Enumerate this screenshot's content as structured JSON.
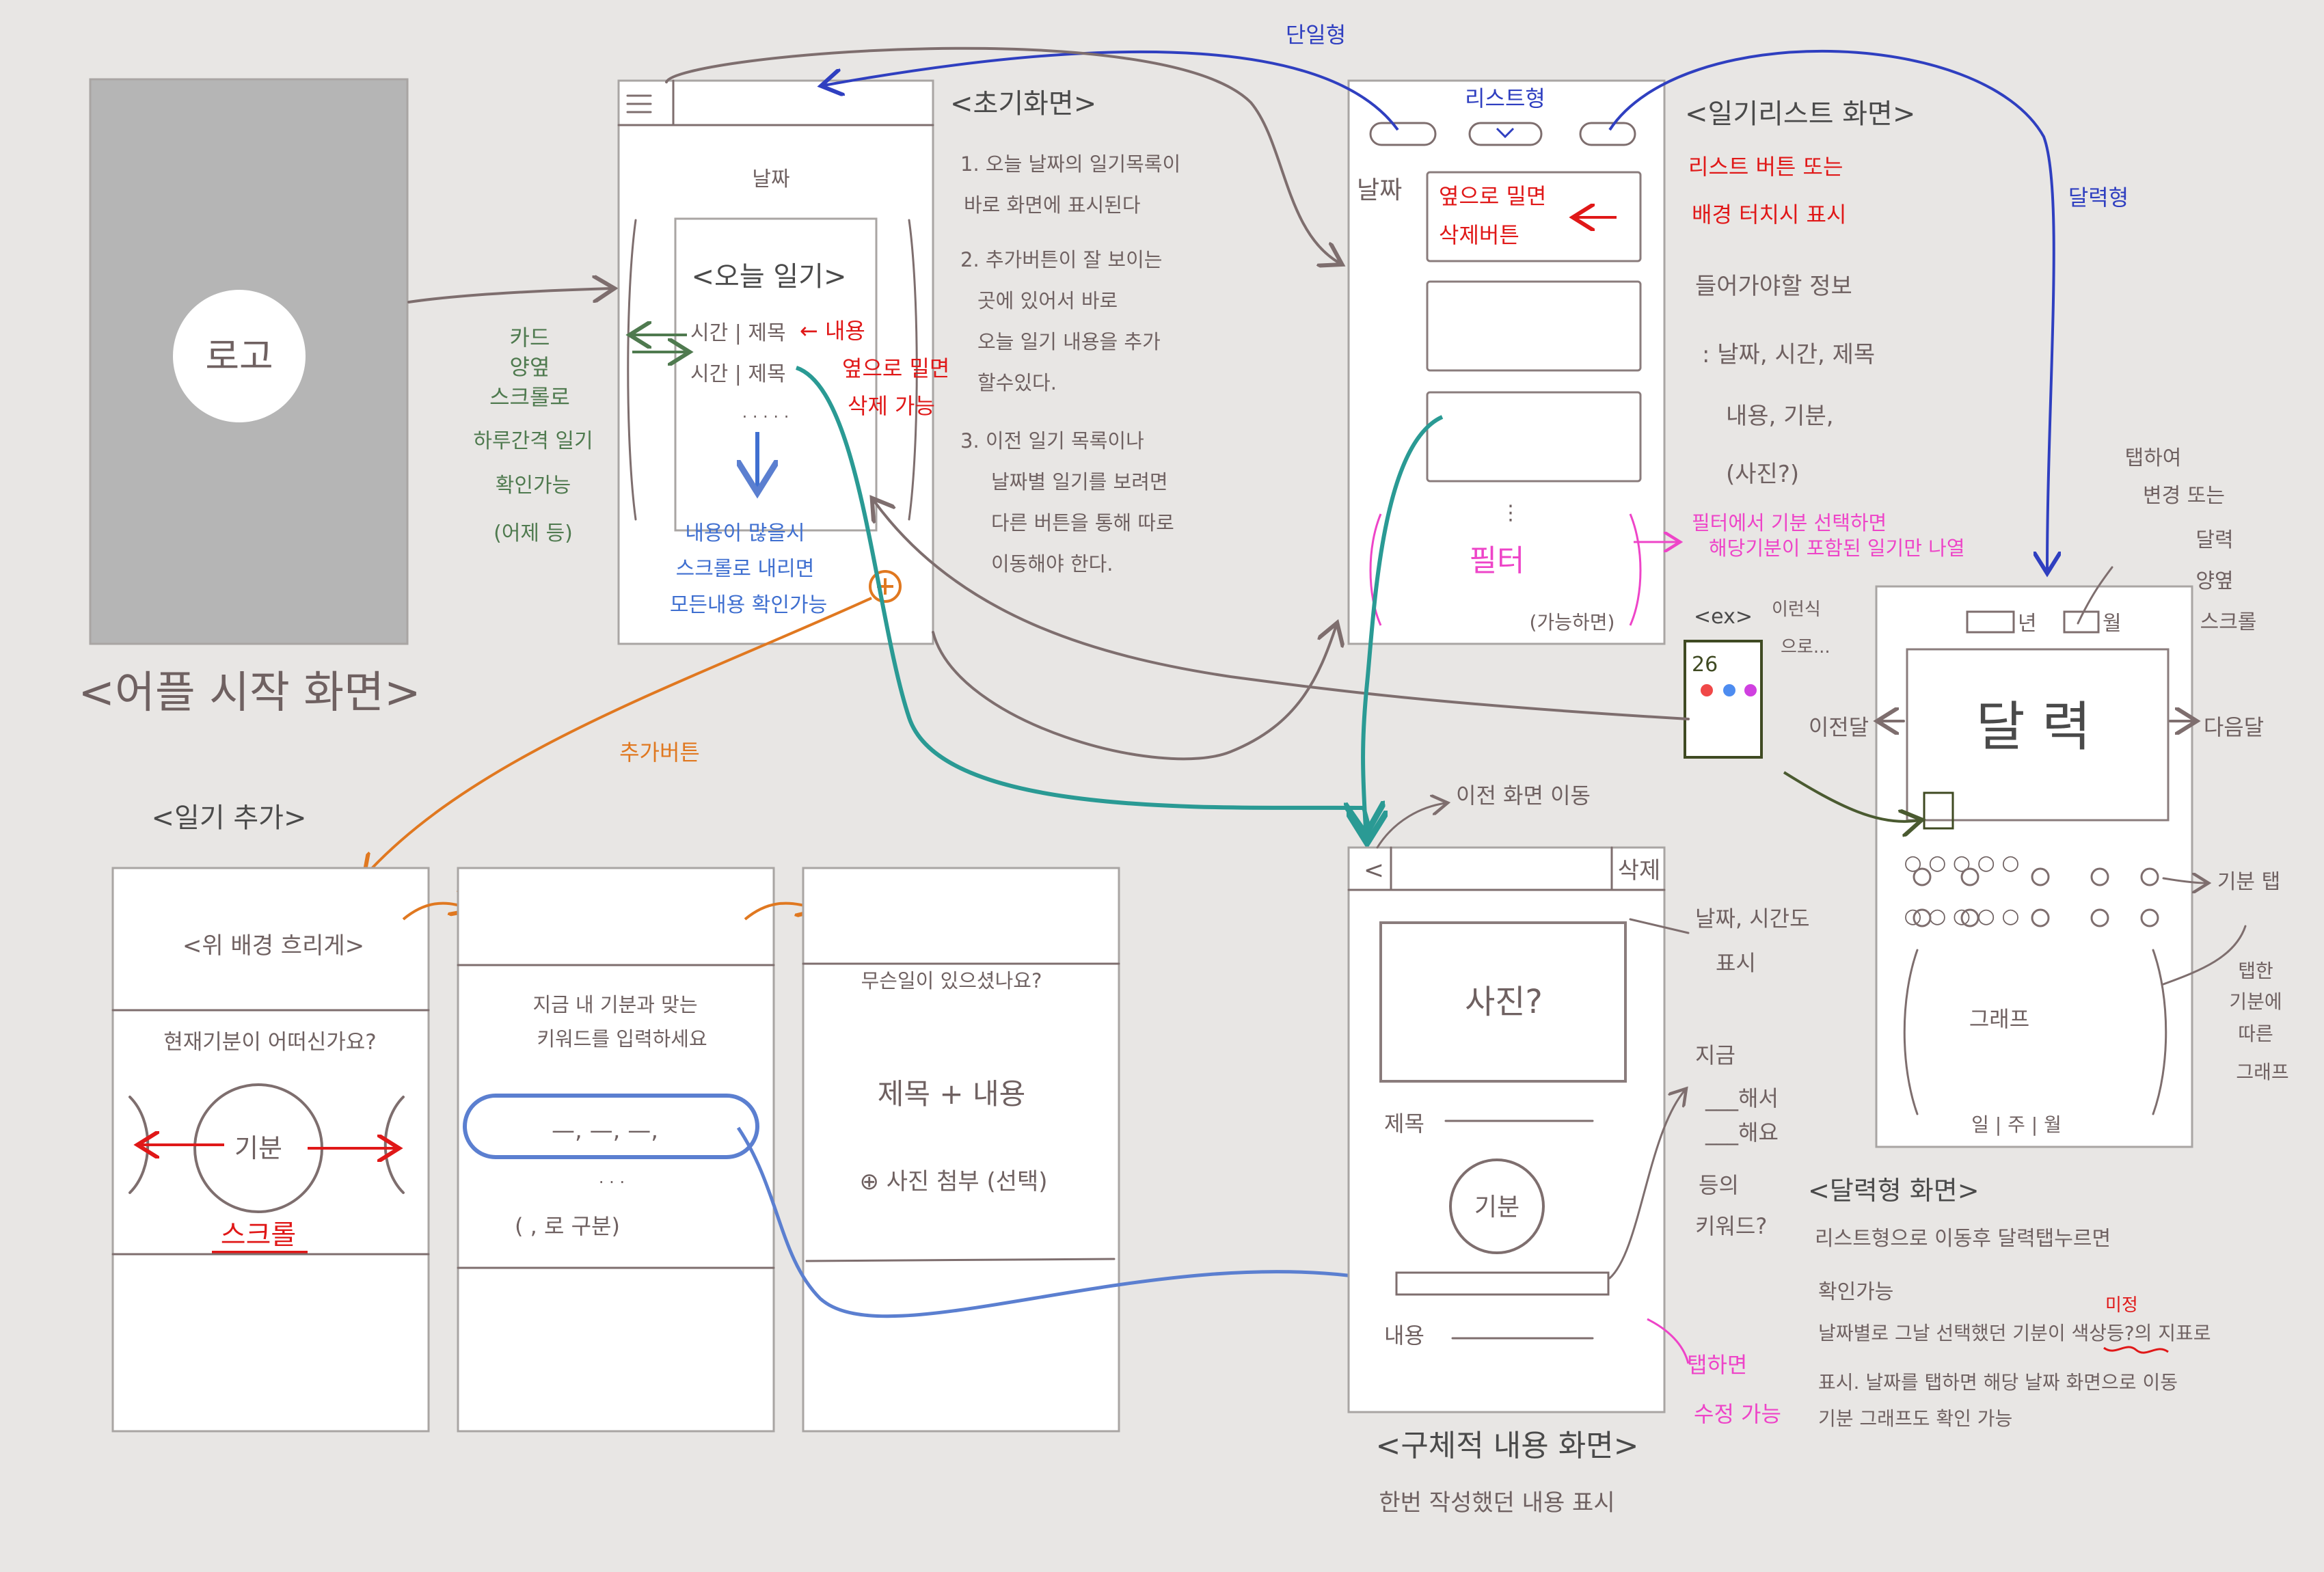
{
  "splash": {
    "logo": "로고",
    "caption": "<어플 시작 화면>"
  },
  "home": {
    "section_title": "<초기화면>",
    "date": "날짜",
    "card_title": "<오늘 일기>",
    "entry1": "시간 | 제목",
    "entry2": "시간 | 제목",
    "ellipsis": "· · · · ·",
    "note_right": [
      "← 내용",
      "옆으로 밀면",
      "삭제 가능"
    ],
    "note_left": [
      "카드",
      "양옆",
      "스크롤로",
      "하루간격 일기",
      "확인가능",
      "(어제 등)"
    ],
    "note_down": [
      "내용이 많을시",
      "스크롤로 내리면",
      "모든내용 확인가능"
    ],
    "add_button_label": "추가버튼",
    "steps": [
      "1. 오늘 날짜의 일기목록이",
      "바로 화면에 표시된다",
      "2. 추가버튼이 잘 보이는",
      "곳에 있어서 바로",
      "오늘 일기 내용을 추가",
      "할수있다.",
      "3. 이전 일기 목록이나",
      "날짜별 일기를 보려면",
      "다른 버튼을 통해 따로",
      "이동해야 한다."
    ]
  },
  "list": {
    "section_title": "<일기리스트 화면>",
    "tab_label": "리스트형",
    "date": "날짜",
    "swipe_note": [
      "옆으로 밀면",
      "삭제버튼"
    ],
    "filter": "필터",
    "if_possible": "(가능하면)",
    "note_red": [
      "리스트 버튼 또는",
      "배경 터치시 표시"
    ],
    "info_title": "들어가야할 정보",
    "info_lines": [
      ": 날짜, 시간, 제목",
      "내용, 기분,",
      "(사진?)"
    ],
    "filter_note": [
      "필터에서 기분 선택하면",
      "해당기분이 포함된 일기만 나열"
    ],
    "ex_label": "<ex>",
    "ex_note": [
      "이런식",
      "으로..."
    ],
    "ex_day": "26",
    "ex_dot_colors": [
      "#f04848",
      "#4d8cf0",
      "#d040e0"
    ]
  },
  "top_labels": {
    "single": "단일형",
    "calendar": "달력형"
  },
  "calendar": {
    "section_title": "<달력형 화면>",
    "year": "년",
    "month": "월",
    "body": "달 력",
    "prev": "이전달",
    "next": "다음달",
    "mood_tab": "기분 탭",
    "graph": "그래프",
    "period": "일 | 주 | 월",
    "tap_change": [
      "탭하여",
      "변경 또는",
      "달력",
      "양옆",
      "스크롤"
    ],
    "tap_graph": [
      "탭한",
      "기분에",
      "따른",
      "그래프"
    ],
    "desc": [
      "리스트형으로 이동후 달력탭누르면",
      "확인가능",
      "날짜별로 그날 선택했던 기분이 색상등?의 지표로",
      "표시. 날짜를 탭하면 해당 날짜 화면으로 이동",
      "기분 그래프도 확인 가능"
    ],
    "undecided": "미정"
  },
  "add": {
    "section_title": "<일기 추가>",
    "screen1_top": "<위 배경 흐리게>",
    "screen1_question": "현재기분이 어떠신가요?",
    "screen1_mood": "기분",
    "screen1_scroll": "스크롤",
    "screen2_prompt": [
      "지금 내 기분과 맞는",
      "키워드를 입력하세요"
    ],
    "screen2_fields": "—, —, —,",
    "screen2_dots": "· · ·",
    "screen2_hint": "( , 로 구분)",
    "screen3_question": "무슨일이 있으셨나요?",
    "screen3_title": "제목 + 내용",
    "screen3_photo": "⊕ 사진 첨부 (선택)"
  },
  "detail": {
    "section_title": "<구체적 내용 화면>",
    "caption": "한번 작성했던 내용 표시",
    "back_note": "이전 화면 이동",
    "back": "<",
    "delete": "삭제",
    "photo": "사진?",
    "title": "제목",
    "mood": "기분",
    "content": "내용",
    "datetime_note": [
      "날짜, 시간도",
      "표시"
    ],
    "keyword_note": [
      "지금",
      "___해서",
      "___해요",
      "등의",
      "키워드?"
    ],
    "edit_note": [
      "탭하면",
      "수정 가능"
    ]
  }
}
